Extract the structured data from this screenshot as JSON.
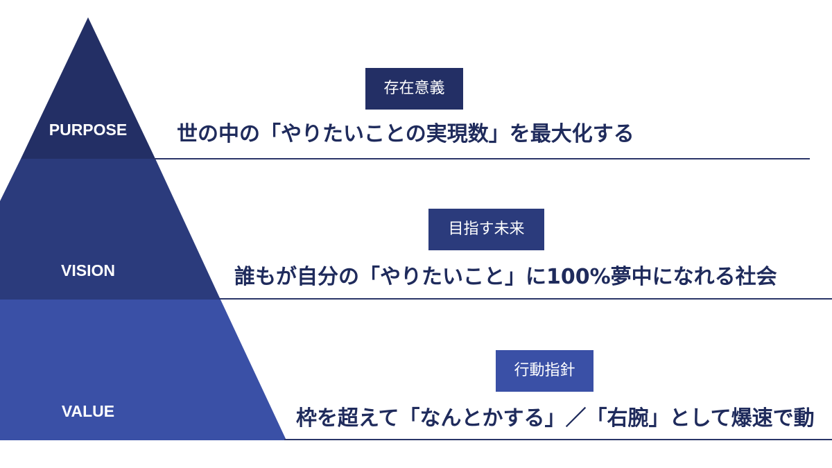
{
  "colors": {
    "purpose_fill": "#232f65",
    "vision_fill": "#2b3b7c",
    "value_fill": "#3a50a6",
    "purpose_badge": "#232f65",
    "vision_badge": "#2b3b7c",
    "value_badge": "#3a50a6",
    "text": "#1f2b5c",
    "rule": "#2a3568"
  },
  "tiers": {
    "purpose": {
      "label": "PURPOSE",
      "badge": "存在意義",
      "statement": "世の中の「やりたいことの実現数」を最大化する"
    },
    "vision": {
      "label": "VISION",
      "badge": "目指す未来",
      "statement": "誰もが自分の「やりたいこと」に100%夢中になれる社会"
    },
    "value": {
      "label": "VALUE",
      "badge": "行動指針",
      "statement": "枠を超えて「なんとかする」／「右腕」として爆速で動"
    }
  }
}
